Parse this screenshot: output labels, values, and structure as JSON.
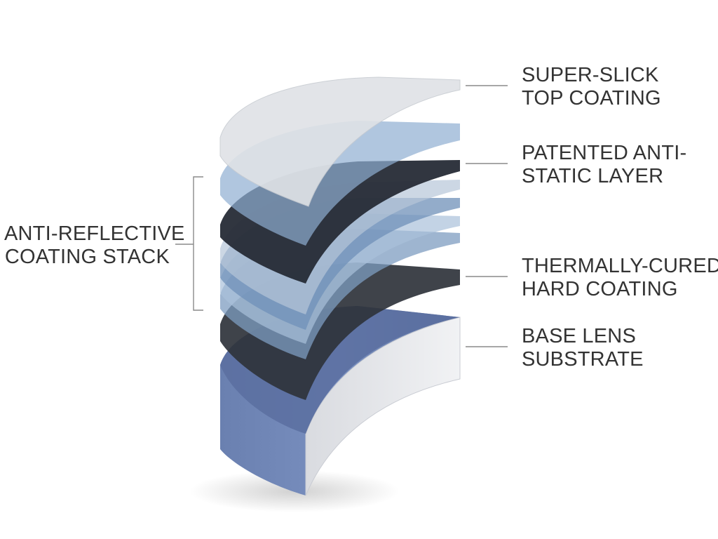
{
  "labels": {
    "top_coating": [
      "SUPER-SLICK",
      "TOP COATING"
    ],
    "anti_static": [
      "PATENTED ANTI-",
      "STATIC LAYER"
    ],
    "hard_coating": [
      "THERMALLY-CURED",
      "HARD COATING"
    ],
    "base_lens": [
      "BASE LENS",
      "SUBSTRATE"
    ],
    "ar_stack": [
      "ANTI-REFLECTIVE",
      "COATING STACK"
    ]
  },
  "colors": {
    "leader_line": "#8a8a8a",
    "top_coating": "#e3e5e8",
    "light_blue_layer": "#9fb8d4",
    "dark_layer": "#2e3442",
    "hard_coating": "#3a3d44",
    "base_lens_face": "#6f86b6",
    "base_lens_cut": "#e8e9ec"
  }
}
